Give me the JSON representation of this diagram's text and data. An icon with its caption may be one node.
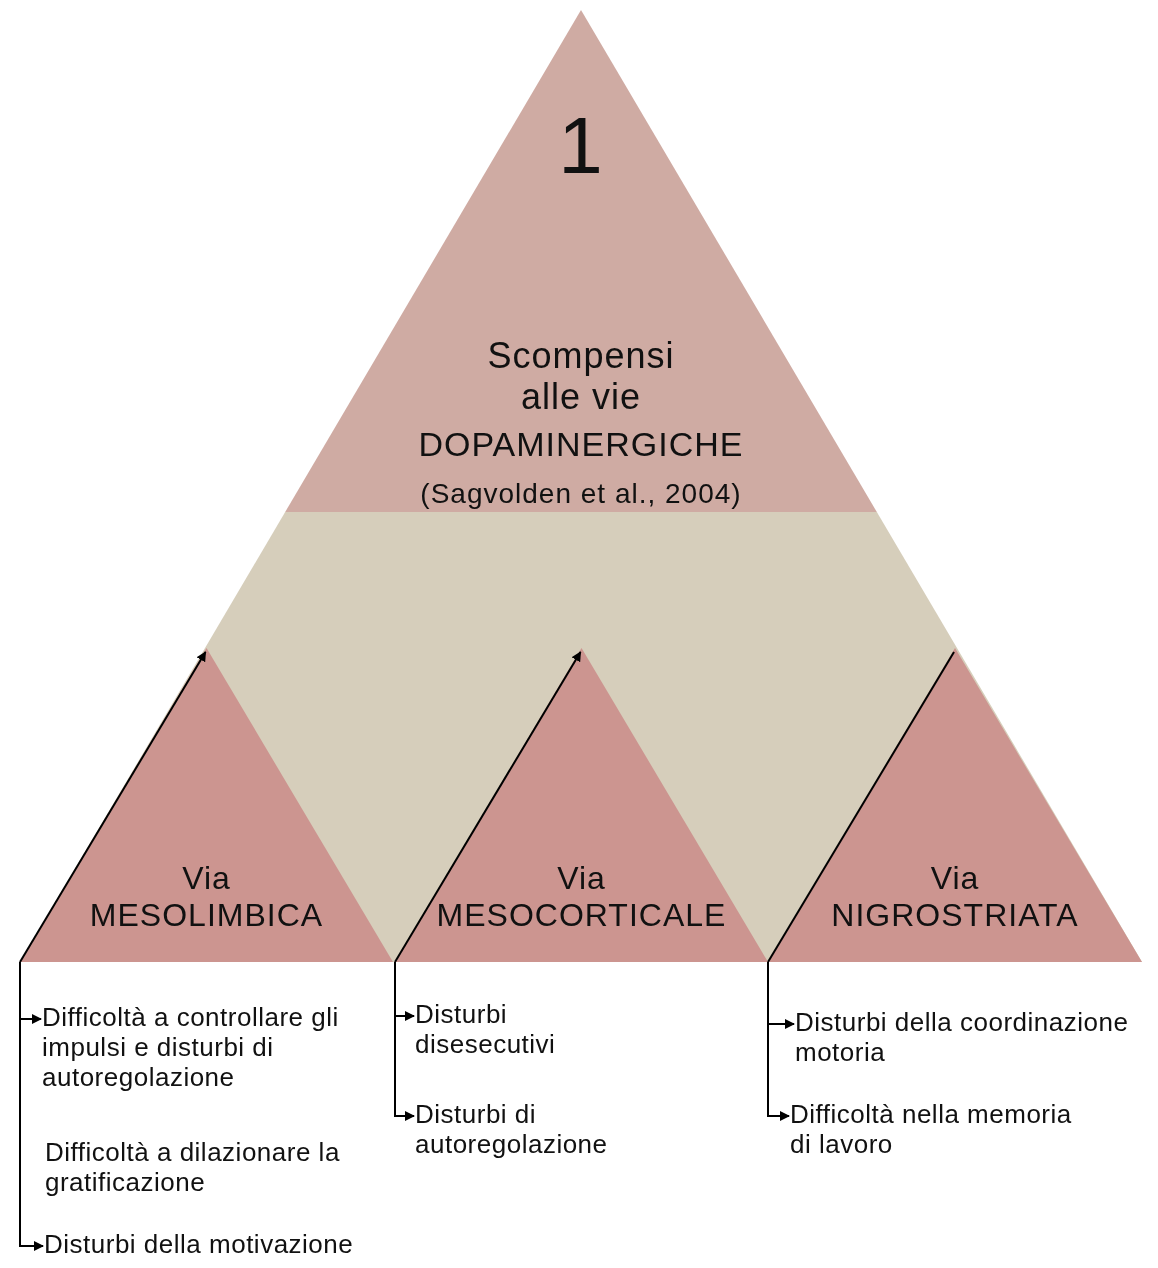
{
  "diagram": {
    "nodes": [
      {
        "text": [
          "1",
          "Scompensi alle vie",
          "DOPAMINERGICHE",
          "(Sagvolden et al., 2004)"
        ]
      },
      {
        "text": [
          "Via MESOLIMBICA"
        ],
        "in": 0
      },
      {
        "text": [
          "Via MESOCORTICALE"
        ],
        "in": 0
      },
      {
        "text": [
          "Via NIGROSTRIATA"
        ],
        "in": 0
      },
      {
        "text": [
          "Difficoltà a controllare gli impulsi e disturbi di autoregolazione"
        ]
      },
      {
        "text": [
          "Difficoltà a dilazionare la gratificazione"
        ]
      },
      {
        "text": [
          "Disturbi della motivazione"
        ]
      },
      {
        "text": [
          "Disturbi disesecutivi"
        ]
      },
      {
        "text": [
          "Disturbi di autoregolazione"
        ]
      },
      {
        "text": [
          "Disturbi della coordinazione motoria"
        ]
      },
      {
        "text": [
          "Difficoltà nella memoria di lavoro"
        ]
      }
    ],
    "edges": [
      {
        "from": null,
        "to": 1,
        "arrow": "to"
      },
      {
        "from": null,
        "to": 2,
        "arrow": "to"
      },
      {
        "from": null,
        "to": 3,
        "arrow": "none"
      },
      {
        "from": 1,
        "to": 4,
        "arrow": "to"
      },
      {
        "from": 1,
        "to": 6,
        "arrow": "to"
      },
      {
        "from": 2,
        "to": 7,
        "arrow": "to"
      },
      {
        "from": 2,
        "to": 8,
        "arrow": "to"
      },
      {
        "from": 3,
        "to": 9,
        "arrow": "to"
      },
      {
        "from": 3,
        "to": 10,
        "arrow": "to"
      }
    ]
  }
}
